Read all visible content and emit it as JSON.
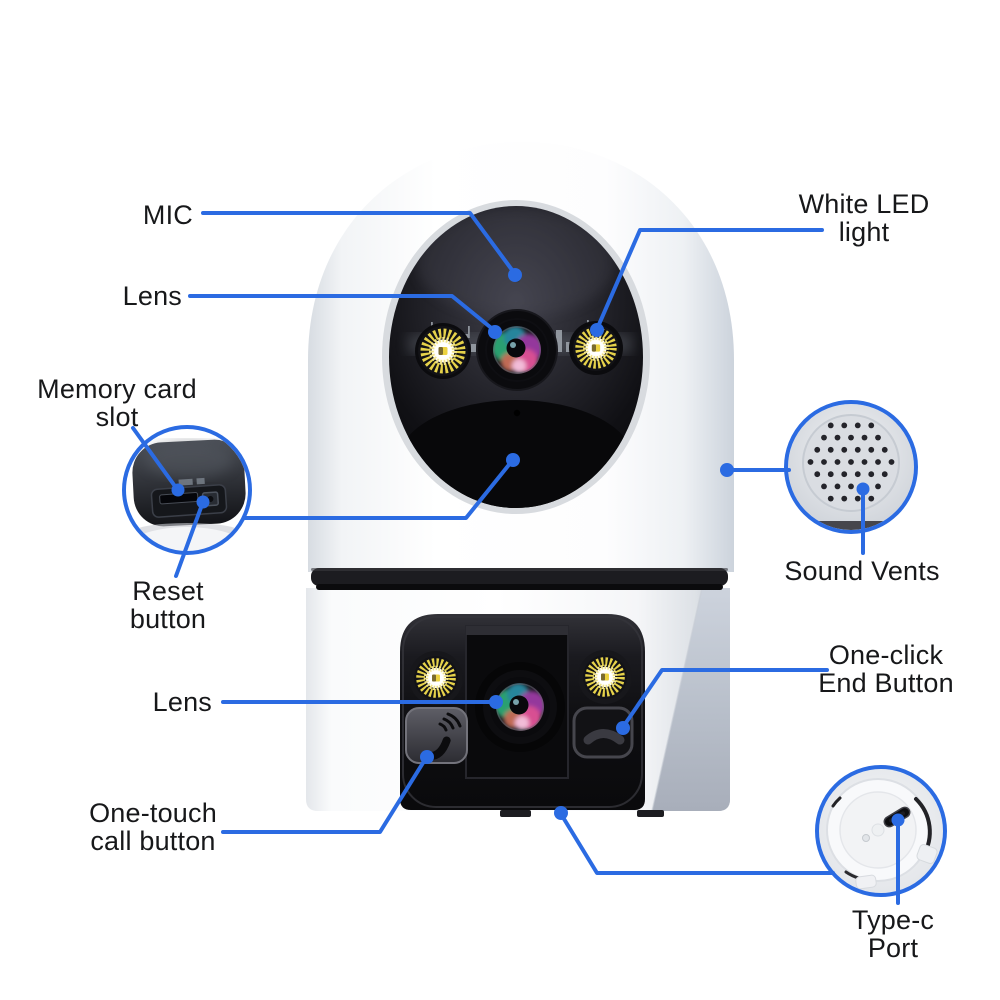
{
  "colors": {
    "callout": "#2b6be2",
    "label_text": "#17181a",
    "led_yellow": "#e6d24a"
  },
  "labels": {
    "mic": {
      "lines": [
        "MIC"
      ]
    },
    "lens_top": {
      "lines": [
        "Lens"
      ]
    },
    "memory_card_slot": {
      "lines": [
        "Memory card",
        "slot"
      ]
    },
    "reset_button": {
      "lines": [
        "Reset",
        "button"
      ]
    },
    "white_led_light": {
      "lines": [
        "White LED",
        "light"
      ]
    },
    "sound_vents": {
      "lines": [
        "Sound Vents"
      ]
    },
    "one_click_end_button": {
      "lines": [
        "One-click",
        "End Button"
      ]
    },
    "lens_bottom": {
      "lines": [
        "Lens"
      ]
    },
    "one_touch_call_button": {
      "lines": [
        "One-touch",
        "call button"
      ]
    },
    "type_c_port": {
      "lines": [
        "Type-c",
        "Port"
      ]
    }
  },
  "icons": {
    "call_button": "phone-handset-with-sound-waves",
    "end_button": "phone-handset-horizontal",
    "memory_inset": "memory-card-slot-closeup",
    "sound_inset": "speaker-vent-holes-closeup",
    "type_c_inset": "type-c-port-closeup"
  }
}
